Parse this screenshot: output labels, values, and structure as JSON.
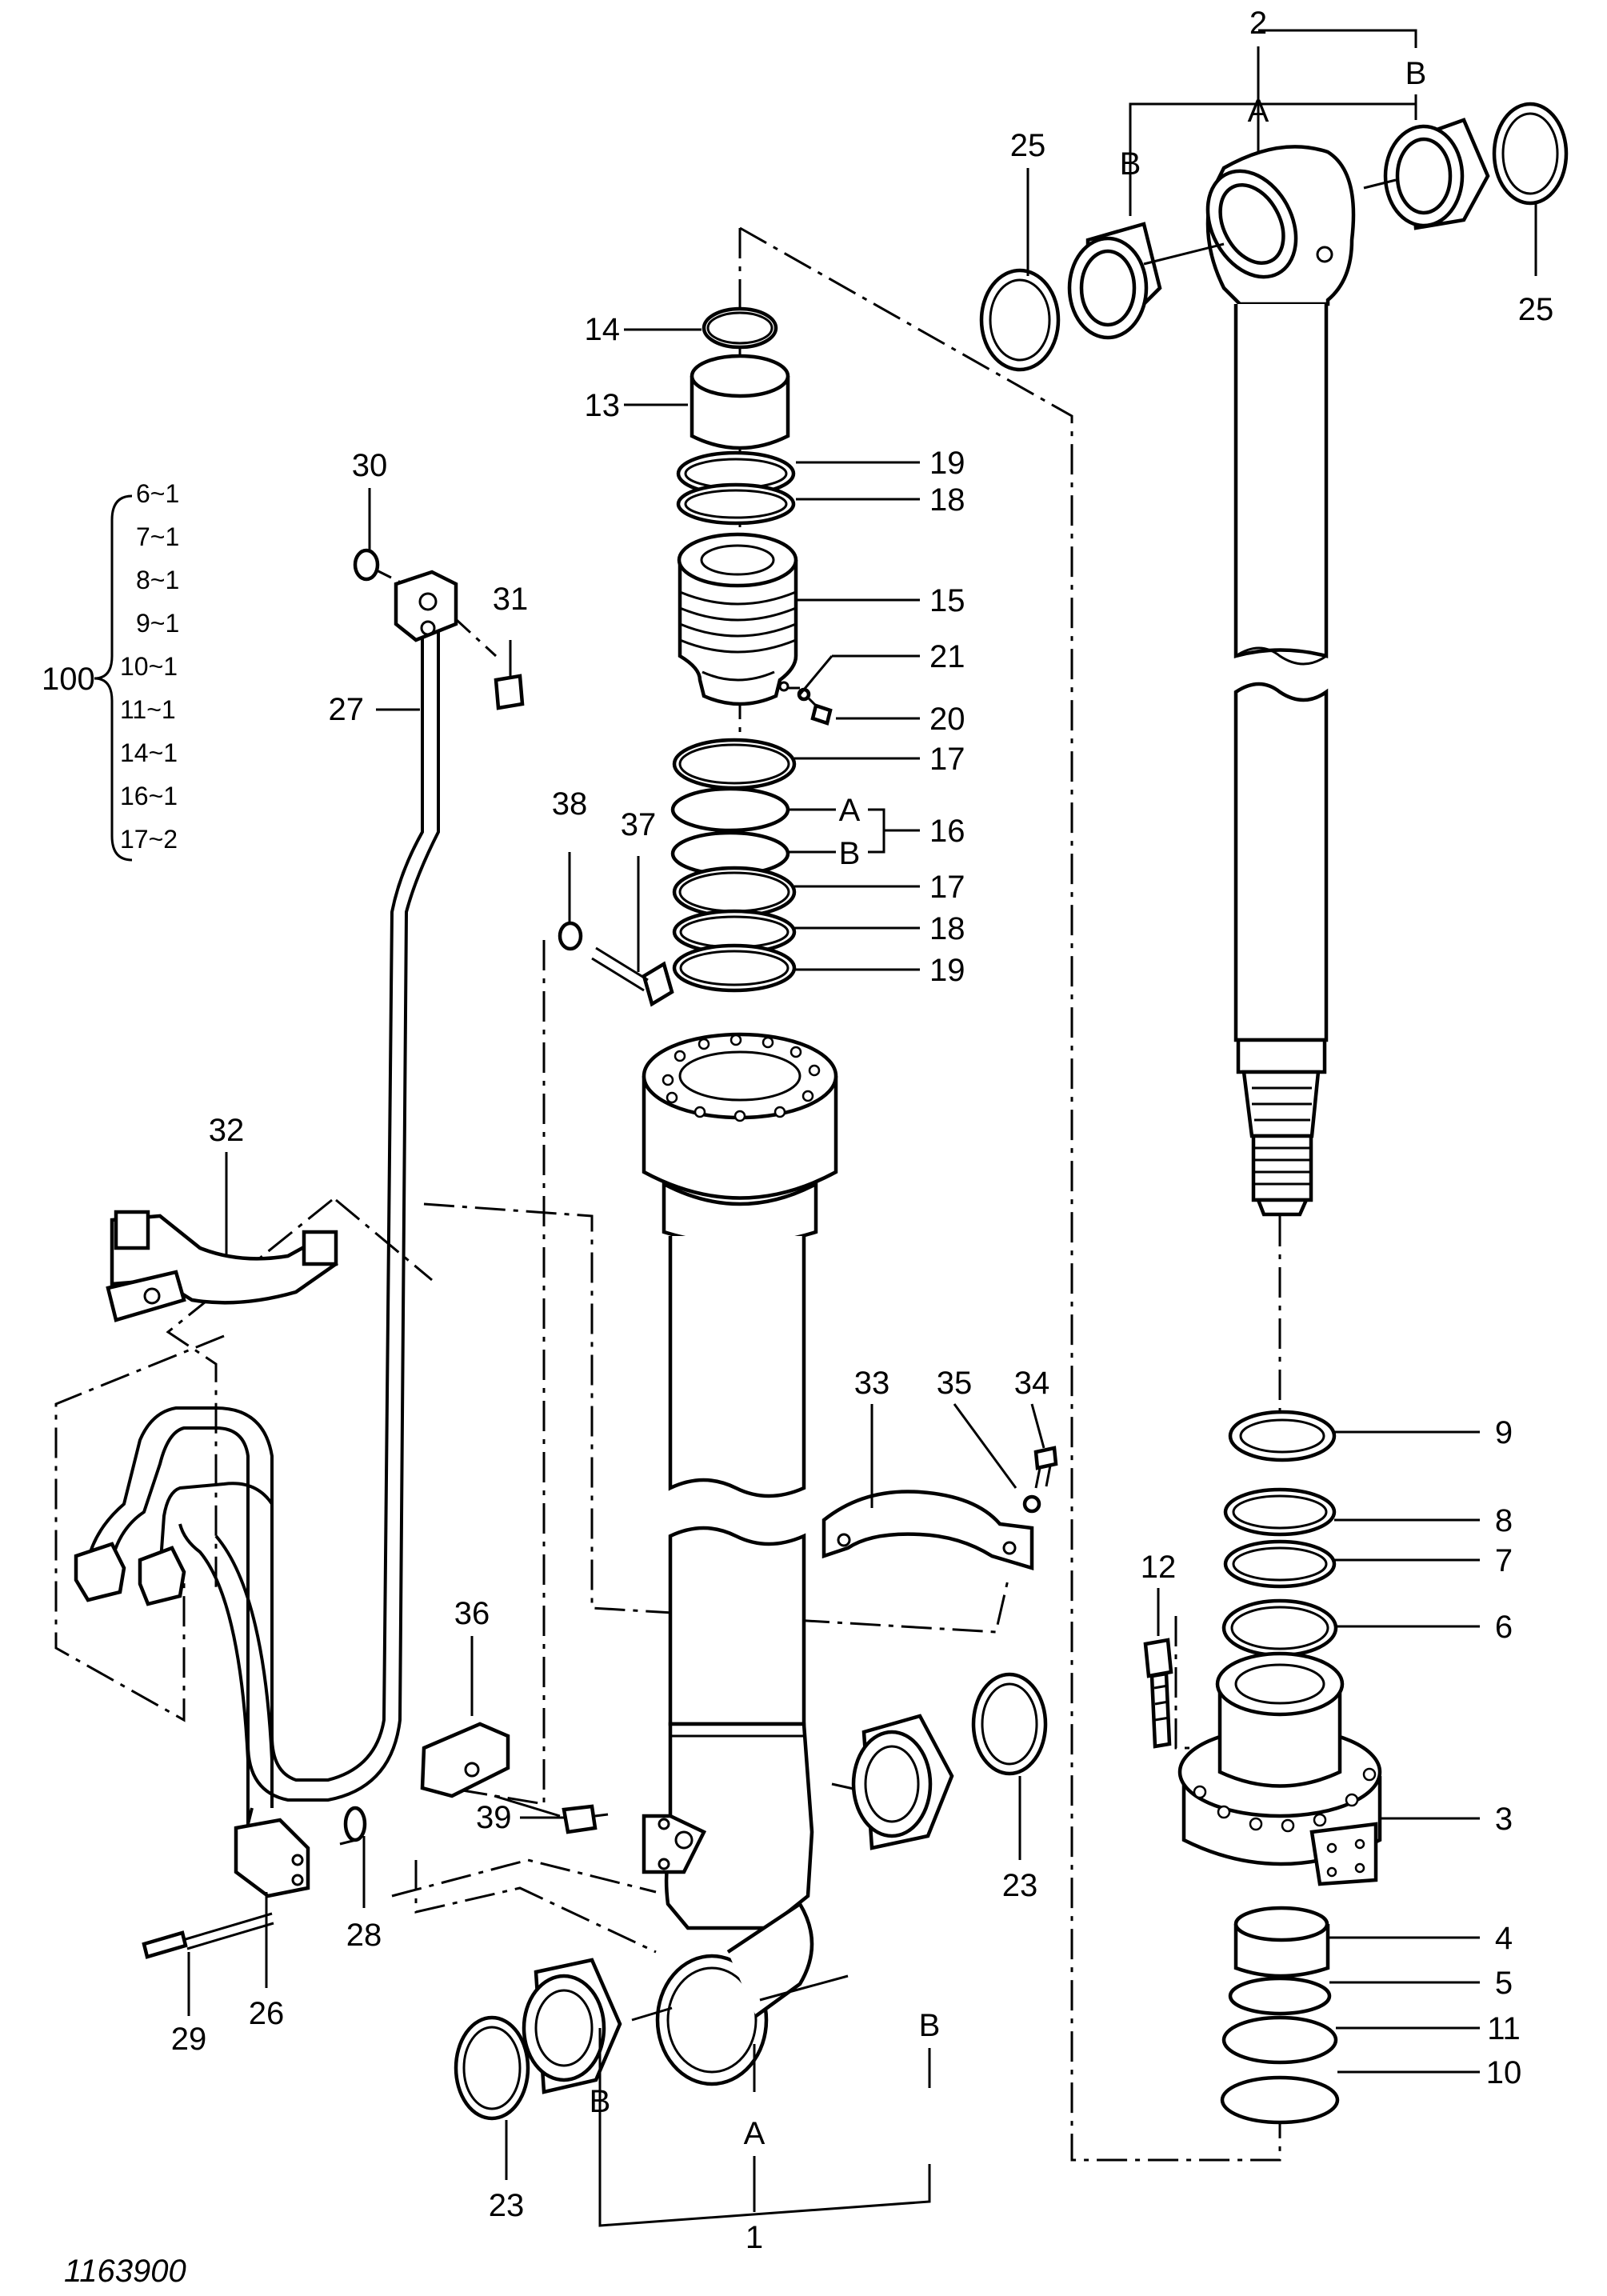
{
  "drawing_number": "1163900",
  "kit": {
    "number": "100",
    "contents": [
      "6~1",
      "7~1",
      "8~1",
      "9~1",
      "10~1",
      "11~1",
      "14~1",
      "16~1",
      "17~2"
    ]
  },
  "callouts": {
    "p1": "1",
    "p2": "2",
    "p3": "3",
    "p4": "4",
    "p5": "5",
    "p6": "6",
    "p7": "7",
    "p8": "8",
    "p9": "9",
    "p10": "10",
    "p11": "11",
    "p12": "12",
    "p13": "13",
    "p14": "14",
    "p15": "15",
    "p16": "16",
    "p17a": "17",
    "p17b": "17",
    "p18a": "18",
    "p18b": "18",
    "p19a": "19",
    "p19b": "19",
    "p20": "20",
    "p21": "21",
    "p23a": "23",
    "p23b": "23",
    "p25a": "25",
    "p25b": "25",
    "p26": "26",
    "p27": "27",
    "p28": "28",
    "p29": "29",
    "p30": "30",
    "p31": "31",
    "p32": "32",
    "p33": "33",
    "p34": "34",
    "p35": "35",
    "p36": "36",
    "p37": "37",
    "p38": "38",
    "p39": "39"
  },
  "letters": {
    "top_a": "A",
    "top_b_left": "B",
    "top_b_right": "B",
    "seal_a": "A",
    "seal_b": "B",
    "bot_a": "A",
    "bot_b_left": "B",
    "bot_b_right": "B"
  }
}
